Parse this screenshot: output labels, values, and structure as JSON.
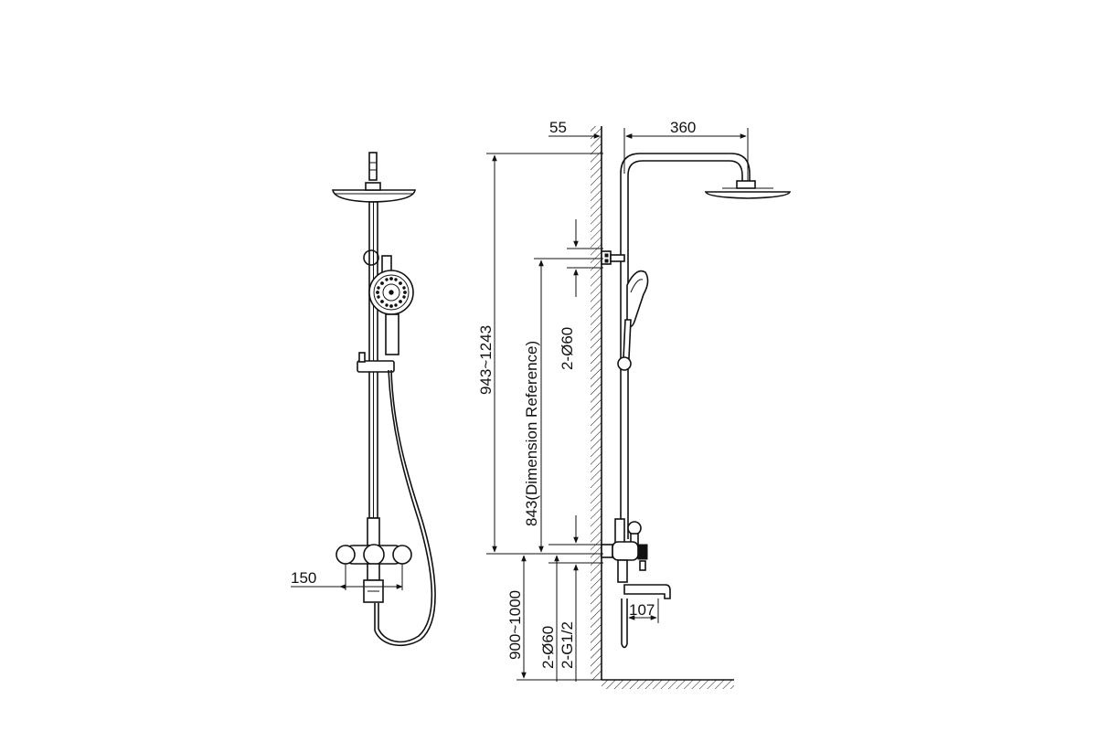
{
  "dimensions": {
    "wall_offset": "55",
    "arm_length": "360",
    "total_height_range": "943~1243",
    "reference_height": "843(Dimension Reference)",
    "top_holes": "2-Ø60",
    "bottom_holes": "2-Ø60",
    "bottom_thread": "2-G1/2",
    "floor_height_range": "900~1000",
    "inlet_spacing": "150",
    "spout_length": "107"
  },
  "colors": {
    "line": "#111111",
    "background": "#ffffff"
  }
}
